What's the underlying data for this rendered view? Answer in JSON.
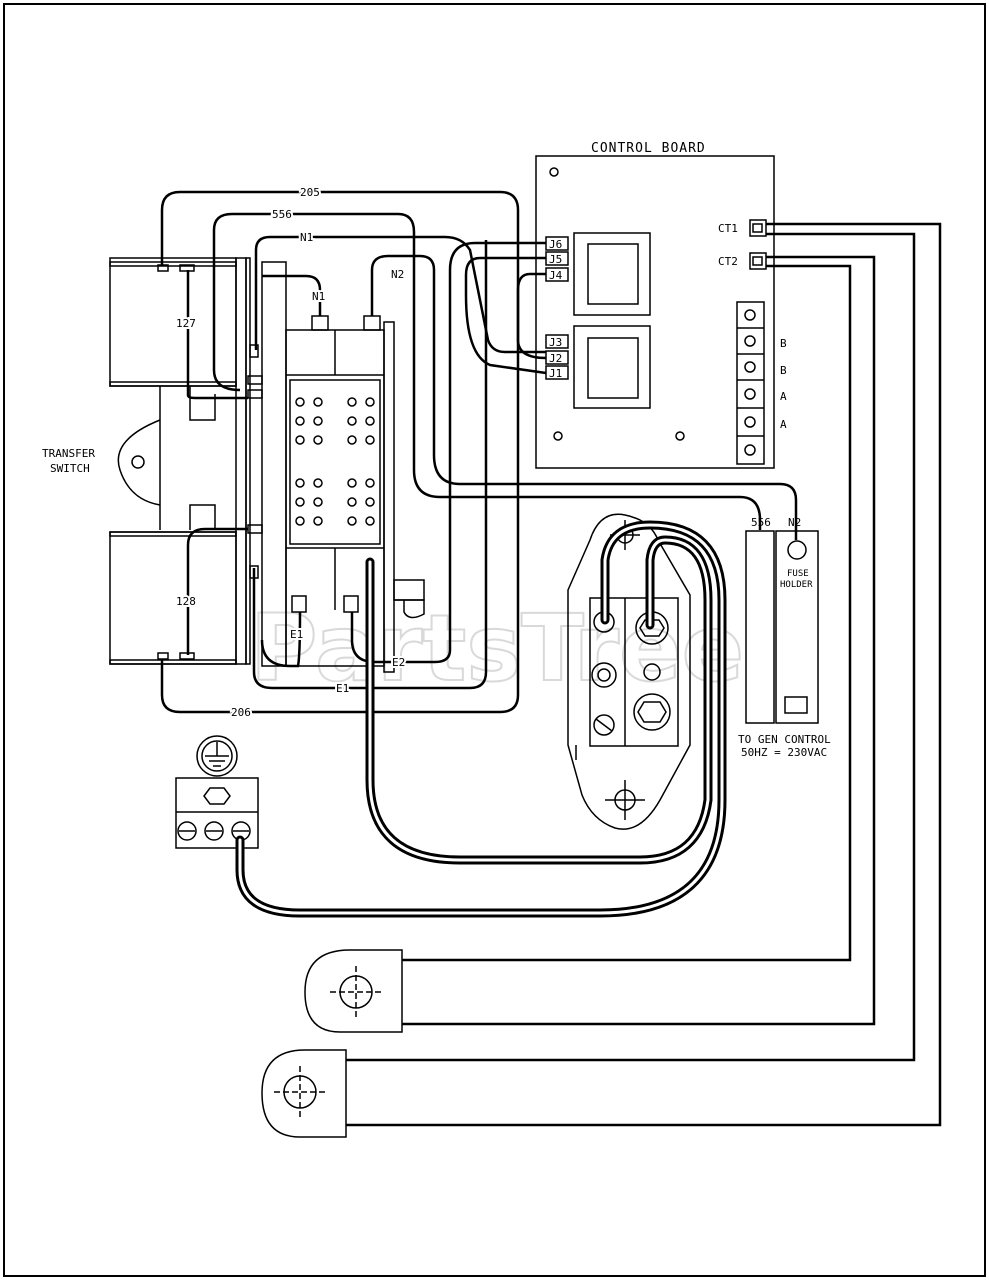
{
  "labels": {
    "control_board": "CONTROL BOARD",
    "transfer_switch_line1": "TRANSFER",
    "transfer_switch_line2": "SWITCH",
    "wire_205": "205",
    "wire_556_top": "556",
    "wire_n1_top": "N1",
    "wire_n1": "N1",
    "wire_n2": "N2",
    "wire_127": "127",
    "wire_128": "128",
    "wire_e1_small": "E1",
    "wire_e2": "E2",
    "wire_e1": "E1",
    "wire_206": "206",
    "j6": "J6",
    "j5": "J5",
    "j4": "J4",
    "j3": "J3",
    "j2": "J2",
    "j1": "J1",
    "ct1": "CT1",
    "ct2": "CT2",
    "term_b1": "B",
    "term_b2": "B",
    "term_a1": "A",
    "term_a2": "A",
    "wire_556_right": "556",
    "wire_n2_right": "N2",
    "fuse_line1": "FUSE",
    "fuse_line2": "HOLDER",
    "gen_control_line1": "TO GEN CONTROL",
    "gen_control_line2": "50HZ = 230VAC",
    "watermark": "PartsTree"
  },
  "colors": {
    "line": "#000000",
    "background": "#ffffff",
    "watermark": "#d9d9d9"
  }
}
